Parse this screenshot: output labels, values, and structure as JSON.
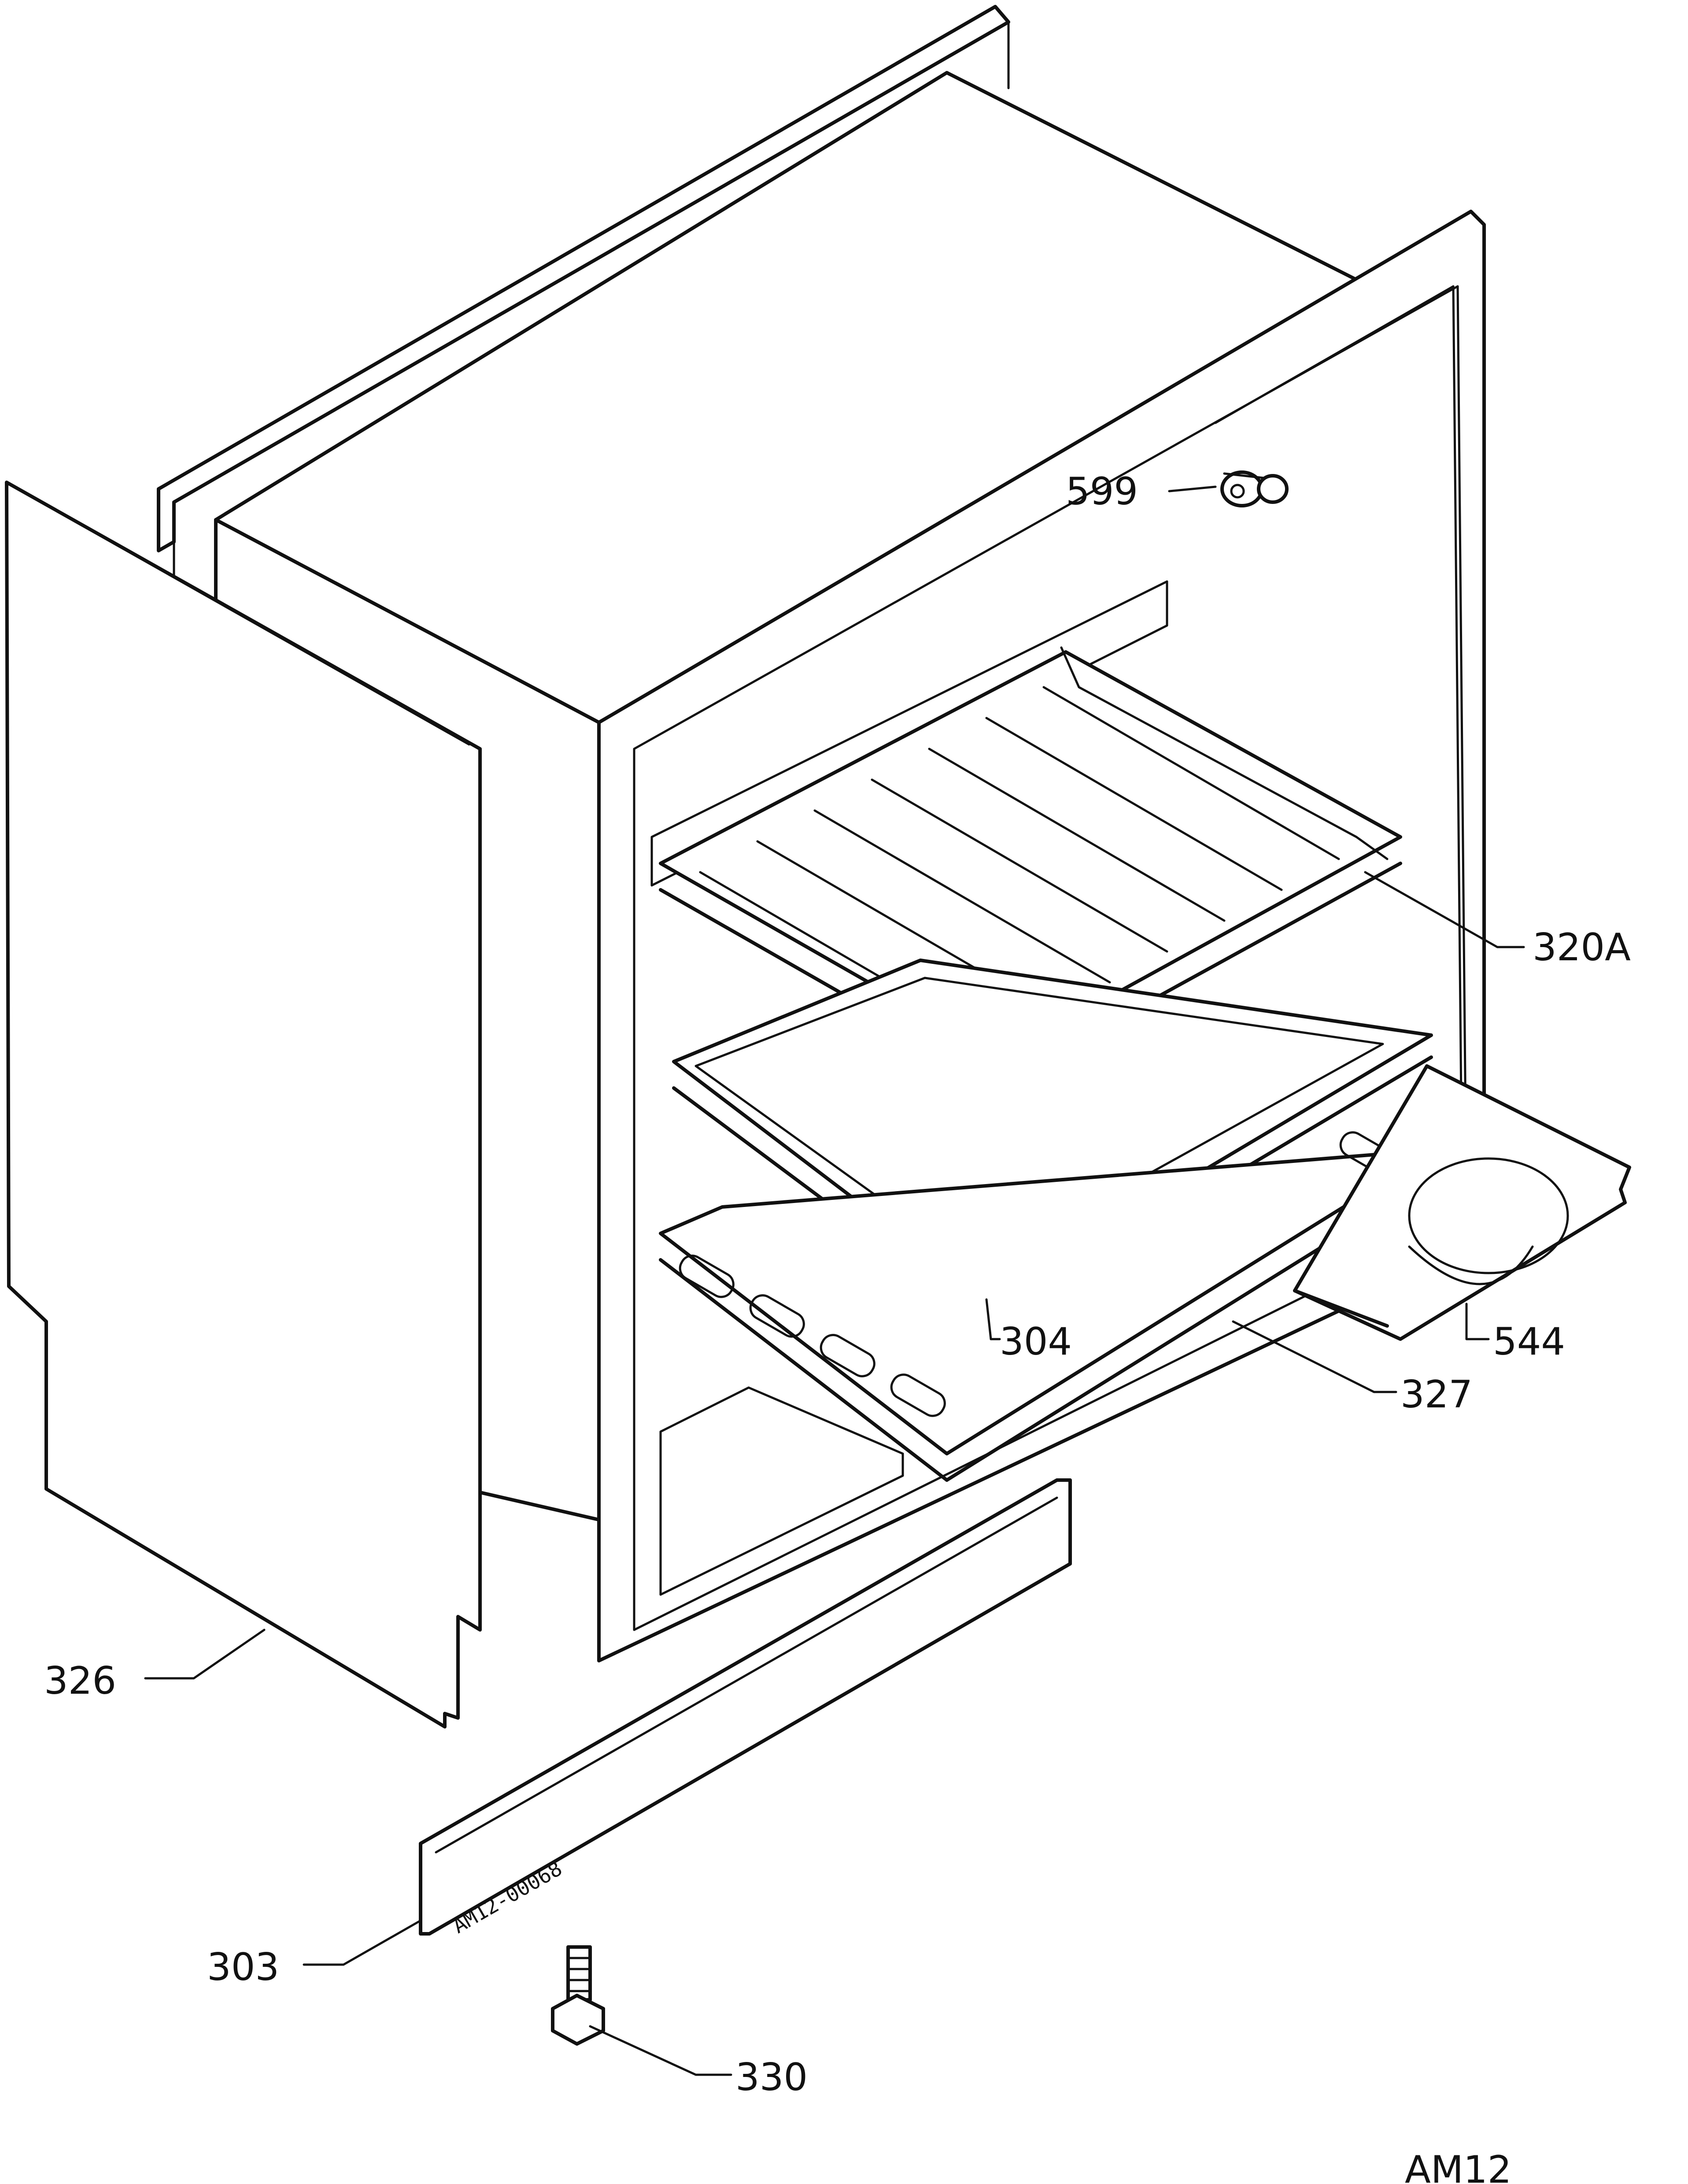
{
  "parts": [
    {
      "id": "599",
      "name": "part-599"
    },
    {
      "id": "320A",
      "name": "part-320a"
    },
    {
      "id": "304",
      "name": "part-304"
    },
    {
      "id": "544",
      "name": "part-544"
    },
    {
      "id": "327",
      "name": "part-327"
    },
    {
      "id": "326",
      "name": "part-326"
    },
    {
      "id": "303",
      "name": "part-303"
    },
    {
      "id": "330",
      "name": "part-330"
    }
  ],
  "stamp_text": "AM12-00068",
  "corner_code": "AM12"
}
